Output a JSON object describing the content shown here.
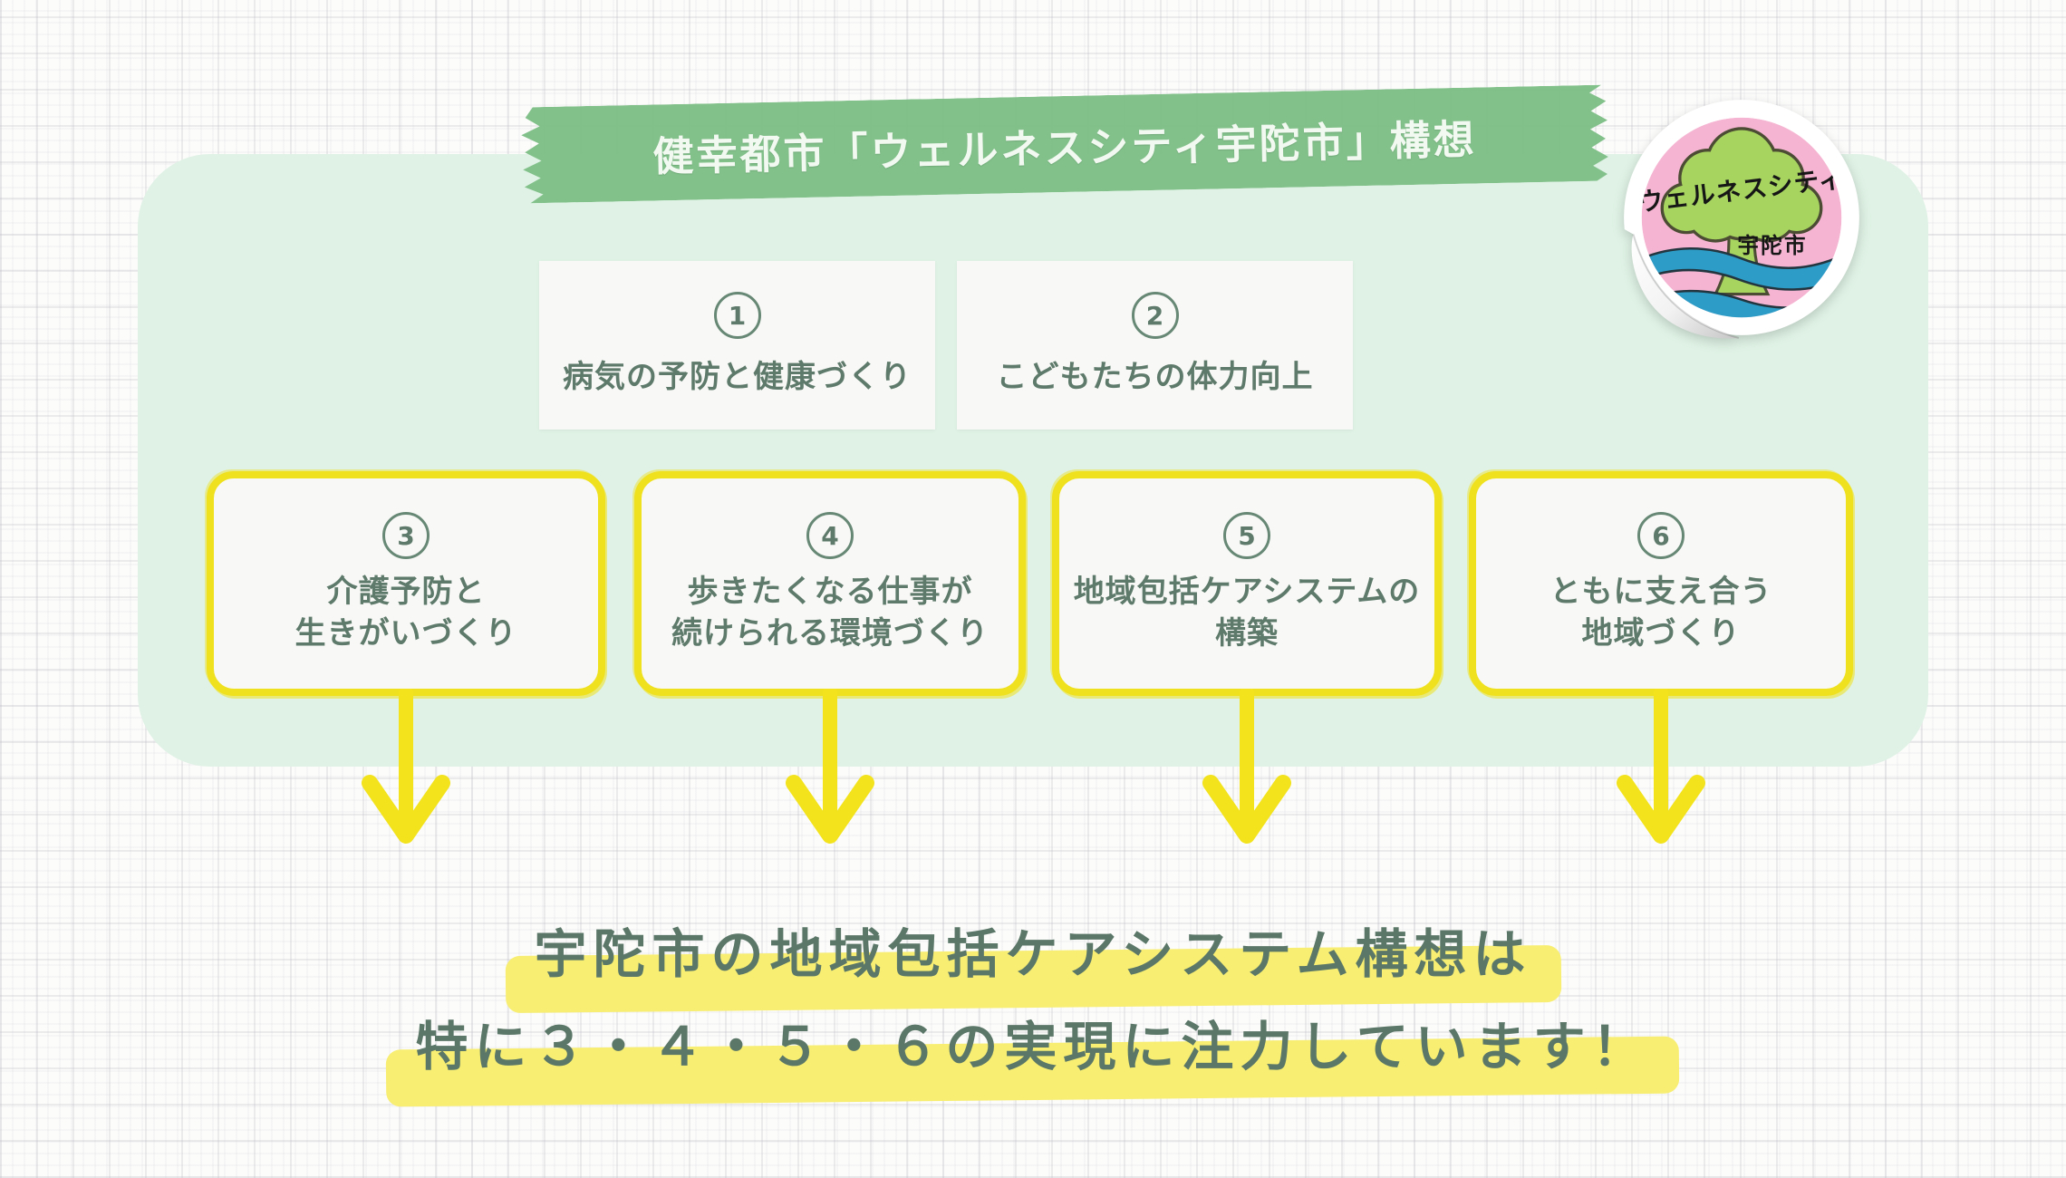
{
  "header": {
    "title": "健幸都市「ウェルネスシティ宇陀市」構想"
  },
  "sticker": {
    "title": "ウェルネスシティ",
    "city": "宇陀市"
  },
  "pillars_row1": [
    {
      "number": "1",
      "label": "病気の予防と健康づくり"
    },
    {
      "number": "2",
      "label": "こどもたちの体力向上"
    }
  ],
  "pillars_row2": [
    {
      "number": "3",
      "lines": [
        "介護予防と",
        "生きがいづくり"
      ]
    },
    {
      "number": "4",
      "lines": [
        "歩きたくなる仕事が",
        "続けられる環境づくり"
      ]
    },
    {
      "number": "5",
      "lines": [
        "地域包括ケアシステムの",
        "構築"
      ]
    },
    {
      "number": "6",
      "lines": [
        "ともに支え合う",
        "地域づくり"
      ]
    }
  ],
  "footer": {
    "line1": "宇陀市の地域包括ケアシステム構想は",
    "line2": "特に３・４・５・６の実現に注力しています！"
  },
  "colors": {
    "banner_green": "#7cbe85",
    "container_green": "#dff2e5",
    "box_text_green": "#5d7a6a",
    "marker_yellow": "#efe11e",
    "highlight_yellow": "#f7ee72",
    "sticker_pink": "#f5b5d2",
    "sticker_tree_green": "#a6d45f",
    "sticker_wave_blue": "#2d9dc8"
  }
}
